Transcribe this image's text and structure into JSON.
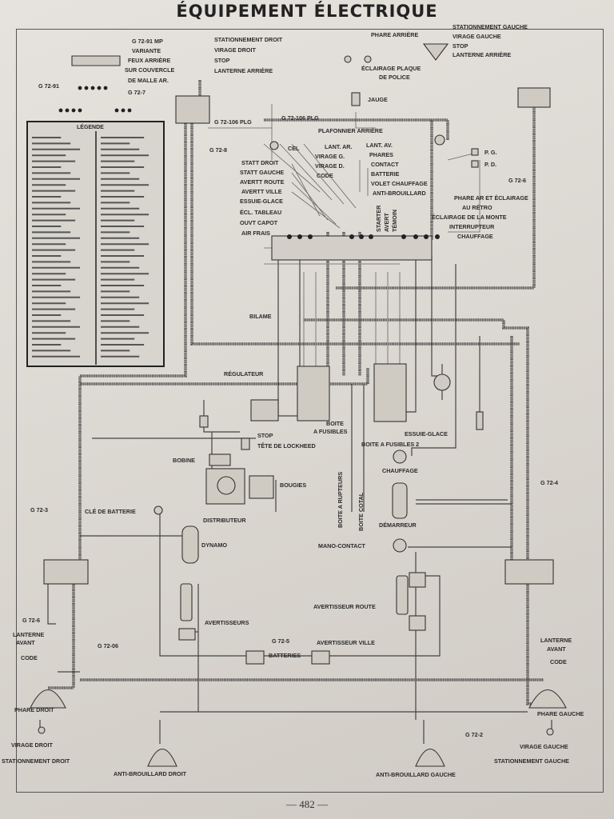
{
  "page": {
    "title": "ÉQUIPEMENT ÉLECTRIQUE",
    "number": "— 482 —"
  },
  "labels": {
    "tl_g_multi": "G 72-91 MP",
    "tl_variante": "VARIANTE",
    "tl_feux": "FEUX ARRIÈRE",
    "tl_sur": "SUR COUVERCLE",
    "tl_malle": "DE MALLE AR.",
    "tl_g_left": "G 72-91",
    "tl_g_7": "G 72-7",
    "stationnement_droit": "STATIONNEMENT DROIT",
    "virage_droit_top": "VIRAGE DROIT",
    "stop_top": "STOP",
    "lanterne_arriere": "LANTERNE ARRIÈRE",
    "phare_arriere": "PHARE ARRIÈRE",
    "stationnement_gauche": "STATIONNEMENT GAUCHE",
    "virage_gauche_top": "VIRAGE GAUCHE",
    "stop_right": "STOP",
    "lanterne_arriere_right": "LANTERNE ARRIÈRE",
    "eclairage_plaque": "ÉCLAIRAGE PLAQUE",
    "de_police": "DE POLICE",
    "jauge": "JAUGE",
    "g_72_plg": "G 72-106 PLG",
    "g_72_106_left": "G 72-106 PLG",
    "plafonnier": "PLAFONNIER ARRIÈRE",
    "g_72_8": "G 72-8",
    "legend_title": "LÉGENDE",
    "sw_cel": "CEL",
    "sw_lant_ar": "LANT. AR.",
    "sw_lant_av": "LANT. AV.",
    "sw_phares": "PHARES",
    "sw_virage_g": "VIRAGE G.",
    "sw_virage_d": "VIRAGE D.",
    "sw_code": "CODE",
    "sw_contact": "CONTACT",
    "sw_batterie": "BATTERIE",
    "sw_volet": "VOLET CHAUFFAGE",
    "sw_antibrouillard": "ANTI-BROUILLARD",
    "stat_droit": "STATT DROIT",
    "stat_gauche": "STATT GAUCHE",
    "avert_route": "AVERTT ROUTE",
    "avert_ville": "AVERTT VILLE",
    "essuie_glace_l": "ESSUIE-GLACE",
    "ecl_tableau": "ÉCL. TABLEAU",
    "ouv_capot": "OUVT CAPOT",
    "air_frais": "AIR FRAIS",
    "pg": "P. G.",
    "pd": "P. D.",
    "g_72_6_right": "G 72-6",
    "phare_ar_eclairage": "PHARE AR ET ÉCLAIRAGE",
    "au_retro": "AU RÉTRO",
    "eclairage_monte": "ÉCLAIRAGE DE LA MONTE",
    "interrupteur": "INTERRUPTEUR",
    "chauffage_sw": "CHAUFFAGE",
    "starter": "STARTER",
    "avert": "AVERT",
    "temoin": "TÉMOIN",
    "bilame": "BILAME",
    "regulateur": "RÉGULATEUR",
    "boite_fusibles": "BOITE",
    "a_fusibles": "A FUSIBLES",
    "essuie_glace": "ESSUIE-GLACE",
    "boite_fusibles_2": "BOITE A FUSIBLES 2",
    "stop_mid": "STOP",
    "tete_lockheed": "TÊTE DE LOCKHEED",
    "bobine": "BOBINE",
    "bougies": "BOUGIES",
    "distributeur": "DISTRIBUTEUR",
    "cle_batterie": "CLÉ DE BATTERIE",
    "g_72_3": "G 72-3",
    "dynamo": "DYNAMO",
    "chauffage": "CHAUFFAGE",
    "boite_a_rupteurs": "BOITE A RUPTEURS",
    "boite_cotal": "BOITE COTAL",
    "demarreur": "DÉMARREUR",
    "mano_contact": "MANO-CONTACT",
    "g_72_4_right": "G 72-4",
    "avertisseurs": "AVERTISSEURS",
    "avertisseur_route": "AVERTISSEUR ROUTE",
    "avertisseur_ville": "AVERTISSEUR VILLE",
    "g_72_5": "G 72-5",
    "batteries": "BATTERIES",
    "g_72_6_left": "G 72-6",
    "g_72_06": "G 72-06",
    "lanterne_avant_l": "LANTERNE",
    "avant_l": "AVANT",
    "code_l": "CODE",
    "phare_droit": "PHARE DROIT",
    "virage_droit": "VIRAGE DROIT",
    "stationnement_droit_b": "STATIONNEMENT DROIT",
    "anti_brouillard_droit": "ANTI-BROUILLARD DROIT",
    "anti_brouillard_gauche": "ANTI-BROUILLARD GAUCHE",
    "g_72_2": "G 72-2",
    "lanterne_avant_r": "LANTERNE",
    "avant_r": "AVANT",
    "code_r": "CODE",
    "phare_gauche": "PHARE GAUCHE",
    "virage_gauche": "VIRAGE GAUCHE",
    "stationnement_gauche_b": "STATIONNEMENT GAUCHE"
  }
}
